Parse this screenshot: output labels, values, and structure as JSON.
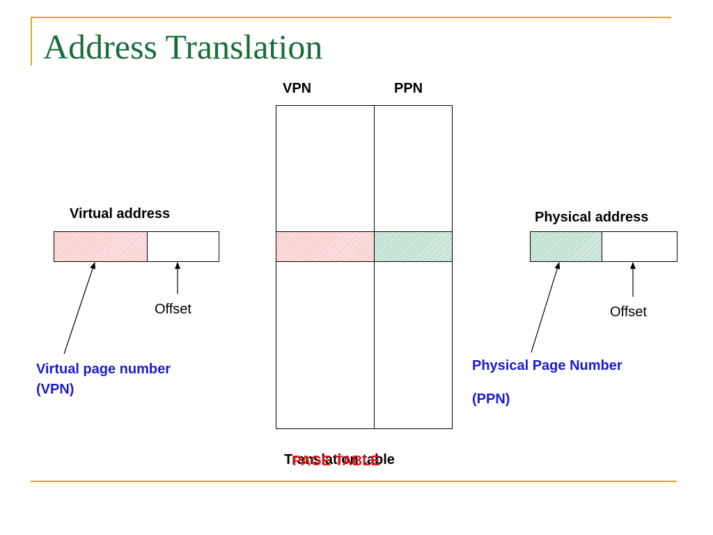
{
  "title": "Address Translation",
  "table": {
    "col_vpn": "VPN",
    "col_ppn": "PPN",
    "caption": "Translation table",
    "caption_overlay": "PAGE TABLE"
  },
  "virtual": {
    "label": "Virtual address",
    "offset": "Offset",
    "vpn_line1": "Virtual page number",
    "vpn_line2": "(VPN)"
  },
  "physical": {
    "label": "Physical address",
    "offset": "Offset",
    "ppn_line1": "Physical Page Number",
    "ppn_line2": "(PPN)"
  },
  "colors": {
    "title": "#1a6b3a",
    "frame": "#d9a626",
    "annotation_blue": "#1a1ad0",
    "overlay_red": "#e01818"
  }
}
